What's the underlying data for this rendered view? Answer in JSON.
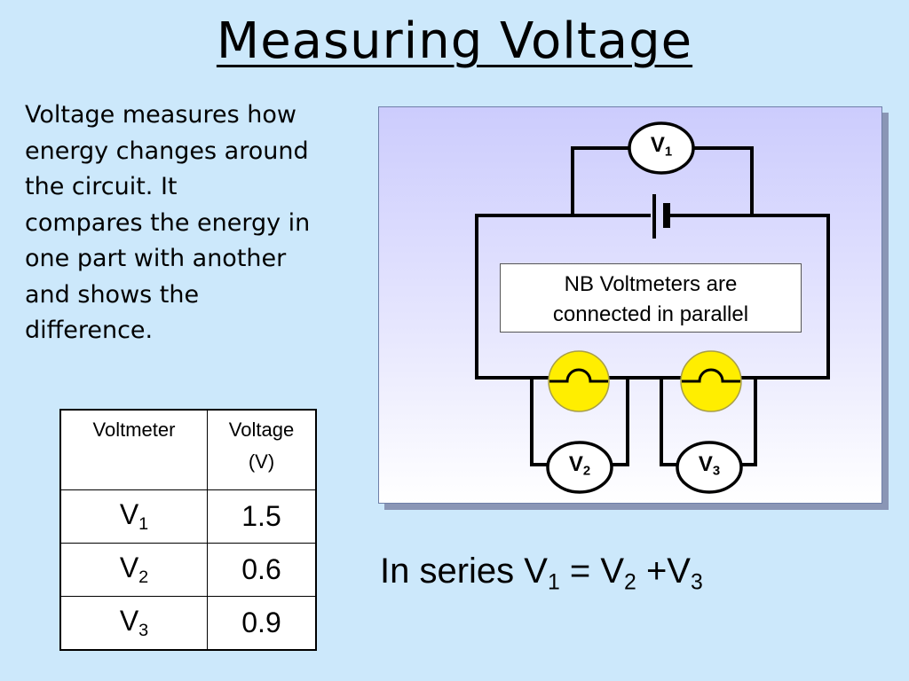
{
  "slide": {
    "title": "Measuring Voltage",
    "intro_lines": [
      "Voltage measures how",
      "energy changes around",
      "the circuit.  It",
      "compares the energy in",
      "one part with another",
      "and shows the",
      "difference."
    ]
  },
  "table": {
    "headers": [
      {
        "line1": "Voltmeter",
        "line2": ""
      },
      {
        "line1": "Voltage",
        "line2": "(V)"
      }
    ],
    "rows": [
      {
        "letter": "V",
        "index": "1",
        "voltage": "1.5"
      },
      {
        "letter": "V",
        "index": "2",
        "voltage": "0.6"
      },
      {
        "letter": "V",
        "index": "3",
        "voltage": "0.9"
      }
    ]
  },
  "diagram": {
    "note_lines": [
      "NB Voltmeters are",
      "connected in parallel"
    ],
    "meters": [
      {
        "letter": "V",
        "index": "1"
      },
      {
        "letter": "V",
        "index": "2"
      },
      {
        "letter": "V",
        "index": "3"
      }
    ],
    "colors": {
      "bulb": "#ffee00",
      "wire": "#000000"
    }
  },
  "equation": {
    "prefix": "In series V",
    "i1": "1",
    "mid": " = V",
    "i2": "2",
    "plus": " +V",
    "i3": "3"
  }
}
